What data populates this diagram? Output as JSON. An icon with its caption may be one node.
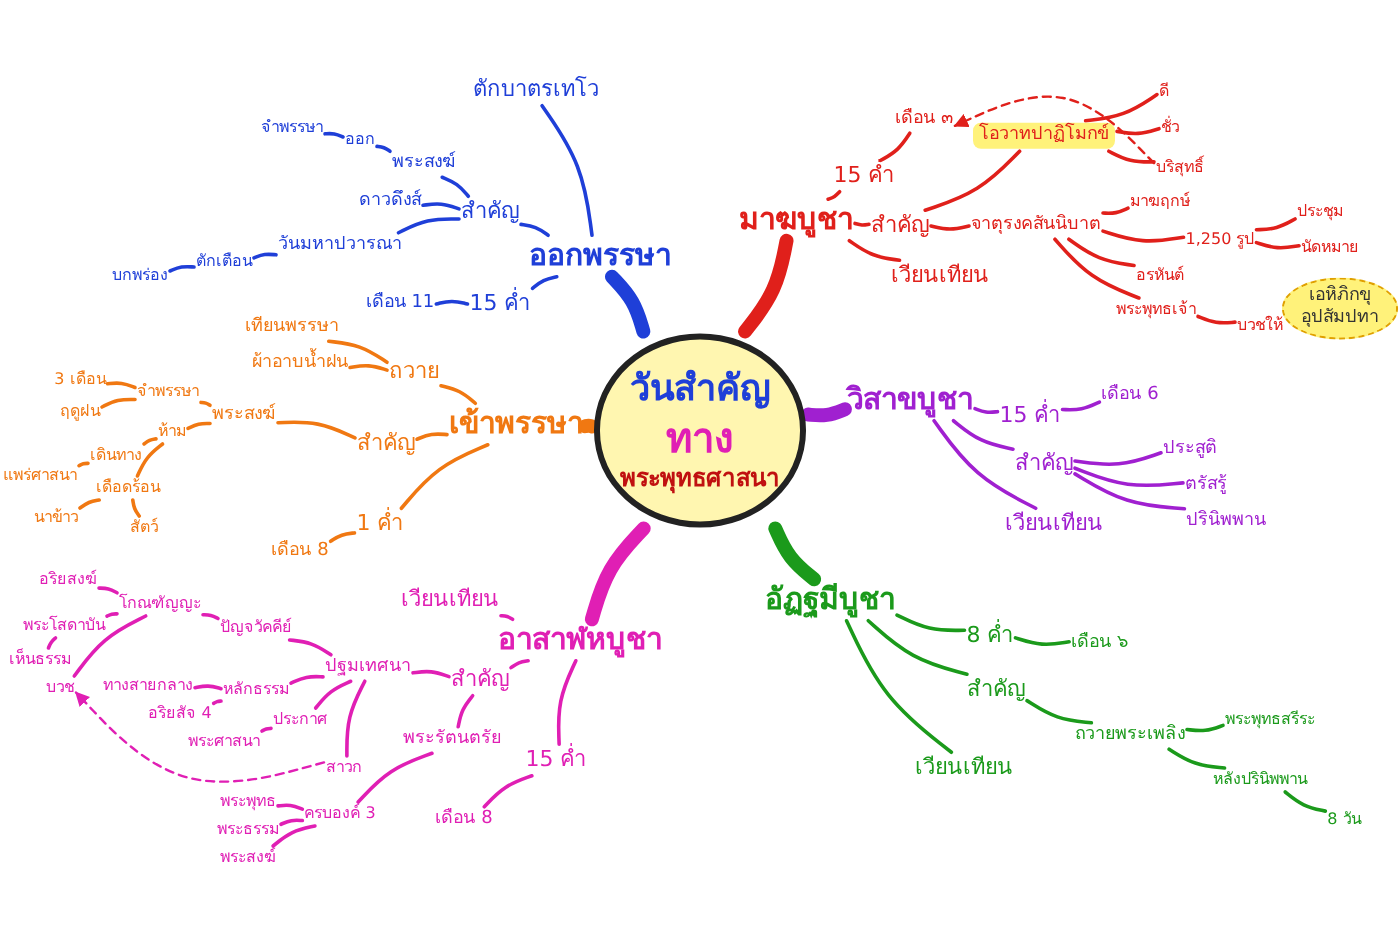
{
  "diagram": {
    "nodes": [
      {
        "text": [
          "วันสำคัญ",
          "ทาง",
          "พระพุทธศาสนา"
        ]
      },
      {
        "text": [
          "ออกพรรษา"
        ]
      },
      {
        "text": [
          "ตักบาตรเทโว"
        ]
      },
      {
        "text": [
          "สำคัญ"
        ]
      },
      {
        "text": [
          "พระสงฆ์"
        ]
      },
      {
        "text": [
          "ออก"
        ]
      },
      {
        "text": [
          "จำพรรษา"
        ]
      },
      {
        "text": [
          "ดาวดึงส์"
        ]
      },
      {
        "text": [
          "วันมหาปวารณา"
        ]
      },
      {
        "text": [
          "ตักเตือน"
        ]
      },
      {
        "text": [
          "บกพร่อง"
        ]
      },
      {
        "text": [
          "15 ค่ำ"
        ]
      },
      {
        "text": [
          "เดือน 11"
        ]
      },
      {
        "text": [
          "มาฆบูชา"
        ]
      },
      {
        "text": [
          "15 ค่ำ"
        ]
      },
      {
        "text": [
          "เดือน ๓"
        ]
      },
      {
        "text": [
          "สำคัญ"
        ]
      },
      {
        "text": [
          "โอวาทปาฏิโมกข์"
        ]
      },
      {
        "text": [
          "ดี"
        ]
      },
      {
        "text": [
          "ชั่ว"
        ]
      },
      {
        "text": [
          "บริสุทธิ์"
        ]
      },
      {
        "text": [
          "จาตุรงคสันนิบาต"
        ]
      },
      {
        "text": [
          "มาฆฤกษ์"
        ]
      },
      {
        "text": [
          "1,250 รูป"
        ]
      },
      {
        "text": [
          "ประชุม"
        ]
      },
      {
        "text": [
          "นัดหมาย"
        ]
      },
      {
        "text": [
          "อรหันต์"
        ]
      },
      {
        "text": [
          "พระพุทธเจ้า"
        ]
      },
      {
        "text": [
          "บวชให้"
        ]
      },
      {
        "text": [
          "เอหิภิกขุ อุปสัมปทา"
        ]
      },
      {
        "text": [
          "เวียนเทียน"
        ]
      },
      {
        "text": [
          "วิสาขบูชา"
        ]
      },
      {
        "text": [
          "15 ค่ำ"
        ]
      },
      {
        "text": [
          "เดือน 6"
        ]
      },
      {
        "text": [
          "สำคัญ"
        ]
      },
      {
        "text": [
          "ประสูติ"
        ]
      },
      {
        "text": [
          "ตรัสรู้"
        ]
      },
      {
        "text": [
          "ปรินิพพาน"
        ]
      },
      {
        "text": [
          "เวียนเทียน"
        ]
      },
      {
        "text": [
          "อัฏฐมีบูชา"
        ]
      },
      {
        "text": [
          "8 ค่ำ"
        ]
      },
      {
        "text": [
          "เดือน ๖"
        ]
      },
      {
        "text": [
          "สำคัญ"
        ]
      },
      {
        "text": [
          "ถวายพระเพลิง"
        ]
      },
      {
        "text": [
          "พระพุทธสรีระ"
        ]
      },
      {
        "text": [
          "หลังปรินิพพาน"
        ]
      },
      {
        "text": [
          "8 วัน"
        ]
      },
      {
        "text": [
          "เวียนเทียน"
        ]
      },
      {
        "text": [
          "อาสาฬหบูชา"
        ]
      },
      {
        "text": [
          "เวียนเทียน"
        ]
      },
      {
        "text": [
          "สำคัญ"
        ]
      },
      {
        "text": [
          "15 ค่ำ"
        ]
      },
      {
        "text": [
          "เดือน 8"
        ]
      },
      {
        "text": [
          "ปฐมเทศนา"
        ]
      },
      {
        "text": [
          "ปัญจวัคคีย์"
        ]
      },
      {
        "text": [
          "โกณฑัญญะ"
        ]
      },
      {
        "text": [
          "อริยสงฆ์"
        ]
      },
      {
        "text": [
          "พระโสดาบัน"
        ]
      },
      {
        "text": [
          "เห็นธรรม"
        ]
      },
      {
        "text": [
          "บวช"
        ]
      },
      {
        "text": [
          "หลักธรรม"
        ]
      },
      {
        "text": [
          "ทางสายกลาง"
        ]
      },
      {
        "text": [
          "อริยสัจ 4"
        ]
      },
      {
        "text": [
          "ประกาศ"
        ]
      },
      {
        "text": [
          "พระศาสนา"
        ]
      },
      {
        "text": [
          "สาวก"
        ]
      },
      {
        "text": [
          "พระรัตนตรัย"
        ]
      },
      {
        "text": [
          "ครบองค์ 3"
        ]
      },
      {
        "text": [
          "พระพุทธ"
        ]
      },
      {
        "text": [
          "พระธรรม"
        ]
      },
      {
        "text": [
          "พระสงฆ์"
        ]
      },
      {
        "text": [
          "เข้าพรรษา"
        ]
      },
      {
        "text": [
          "ถวาย"
        ]
      },
      {
        "text": [
          "เทียนพรรษา"
        ]
      },
      {
        "text": [
          "ผ้าอาบน้ำฝน"
        ]
      },
      {
        "text": [
          "สำคัญ"
        ]
      },
      {
        "text": [
          "พระสงฆ์"
        ]
      },
      {
        "text": [
          "จำพรรษา"
        ]
      },
      {
        "text": [
          "3 เดือน"
        ]
      },
      {
        "text": [
          "ฤดูฝน"
        ]
      },
      {
        "text": [
          "ห้าม"
        ]
      },
      {
        "text": [
          "เดินทาง"
        ]
      },
      {
        "text": [
          "แพร่ศาสนา"
        ]
      },
      {
        "text": [
          "เดือดร้อน"
        ]
      },
      {
        "text": [
          "นาข้าว"
        ]
      },
      {
        "text": [
          "สัตว์"
        ]
      },
      {
        "text": [
          "1 ค่ำ"
        ]
      },
      {
        "text": [
          "เดือน 8"
        ]
      }
    ],
    "edges": [
      {
        "from": 0,
        "to": 1,
        "arrow": "none",
        "style": "thick",
        "color": "#1f3fd8"
      },
      {
        "from": 1,
        "to": 2,
        "arrow": "none",
        "color": "#1f3fd8"
      },
      {
        "from": 1,
        "to": 3,
        "arrow": "none",
        "color": "#1f3fd8"
      },
      {
        "from": 1,
        "to": 11,
        "arrow": "none",
        "color": "#1f3fd8"
      },
      {
        "from": 3,
        "to": 4,
        "arrow": "none",
        "color": "#1f3fd8"
      },
      {
        "from": 4,
        "to": 5,
        "arrow": "none",
        "color": "#1f3fd8"
      },
      {
        "from": 5,
        "to": 6,
        "arrow": "none",
        "color": "#1f3fd8"
      },
      {
        "from": 3,
        "to": 7,
        "arrow": "none",
        "color": "#1f3fd8"
      },
      {
        "from": 3,
        "to": 8,
        "arrow": "none",
        "color": "#1f3fd8"
      },
      {
        "from": 8,
        "to": 9,
        "arrow": "none",
        "color": "#1f3fd8"
      },
      {
        "from": 9,
        "to": 10,
        "arrow": "none",
        "color": "#1f3fd8"
      },
      {
        "from": 11,
        "to": 12,
        "arrow": "none",
        "color": "#1f3fd8"
      },
      {
        "from": 0,
        "to": 13,
        "arrow": "none",
        "style": "thick",
        "color": "#e0201b"
      },
      {
        "from": 13,
        "to": 14,
        "arrow": "none",
        "color": "#e0201b"
      },
      {
        "from": 14,
        "to": 15,
        "arrow": "none",
        "color": "#e0201b"
      },
      {
        "from": 13,
        "to": 16,
        "arrow": "none",
        "color": "#e0201b"
      },
      {
        "from": 16,
        "to": 17,
        "arrow": "none",
        "color": "#e0201b"
      },
      {
        "from": 17,
        "to": 18,
        "arrow": "none",
        "color": "#e0201b"
      },
      {
        "from": 17,
        "to": 19,
        "arrow": "none",
        "color": "#e0201b"
      },
      {
        "from": 17,
        "to": 20,
        "arrow": "none",
        "color": "#e0201b"
      },
      {
        "from": 16,
        "to": 21,
        "arrow": "none",
        "color": "#e0201b"
      },
      {
        "from": 21,
        "to": 22,
        "arrow": "none",
        "color": "#e0201b"
      },
      {
        "from": 21,
        "to": 23,
        "arrow": "none",
        "color": "#e0201b"
      },
      {
        "from": 23,
        "to": 24,
        "arrow": "none",
        "color": "#e0201b"
      },
      {
        "from": 23,
        "to": 25,
        "arrow": "none",
        "color": "#e0201b"
      },
      {
        "from": 21,
        "to": 26,
        "arrow": "none",
        "color": "#e0201b"
      },
      {
        "from": 21,
        "to": 27,
        "arrow": "none",
        "color": "#e0201b"
      },
      {
        "from": 27,
        "to": 28,
        "arrow": "none",
        "color": "#e0201b"
      },
      {
        "from": 13,
        "to": 30,
        "arrow": "none",
        "color": "#e0201b"
      },
      {
        "from": 20,
        "to": 15,
        "arrow": "to",
        "style": "dashed",
        "color": "#e0201b"
      },
      {
        "from": 0,
        "to": 31,
        "arrow": "none",
        "style": "thick",
        "color": "#a020d0"
      },
      {
        "from": 31,
        "to": 32,
        "arrow": "none",
        "color": "#a020d0"
      },
      {
        "from": 32,
        "to": 33,
        "arrow": "none",
        "color": "#a020d0"
      },
      {
        "from": 31,
        "to": 34,
        "arrow": "none",
        "color": "#a020d0"
      },
      {
        "from": 34,
        "to": 35,
        "arrow": "none",
        "color": "#a020d0"
      },
      {
        "from": 34,
        "to": 36,
        "arrow": "none",
        "color": "#a020d0"
      },
      {
        "from": 34,
        "to": 37,
        "arrow": "none",
        "color": "#a020d0"
      },
      {
        "from": 31,
        "to": 38,
        "arrow": "none",
        "color": "#a020d0"
      },
      {
        "from": 0,
        "to": 39,
        "arrow": "none",
        "style": "thick",
        "color": "#1b9a1b"
      },
      {
        "from": 39,
        "to": 40,
        "arrow": "none",
        "color": "#1b9a1b"
      },
      {
        "from": 40,
        "to": 41,
        "arrow": "none",
        "color": "#1b9a1b"
      },
      {
        "from": 39,
        "to": 42,
        "arrow": "none",
        "color": "#1b9a1b"
      },
      {
        "from": 42,
        "to": 43,
        "arrow": "none",
        "color": "#1b9a1b"
      },
      {
        "from": 43,
        "to": 44,
        "arrow": "none",
        "color": "#1b9a1b"
      },
      {
        "from": 43,
        "to": 45,
        "arrow": "none",
        "color": "#1b9a1b"
      },
      {
        "from": 45,
        "to": 46,
        "arrow": "none",
        "color": "#1b9a1b"
      },
      {
        "from": 39,
        "to": 47,
        "arrow": "none",
        "color": "#1b9a1b"
      },
      {
        "from": 0,
        "to": 48,
        "arrow": "none",
        "style": "thick",
        "color": "#e01fb4"
      },
      {
        "from": 48,
        "to": 49,
        "arrow": "none",
        "color": "#e01fb4"
      },
      {
        "from": 48,
        "to": 50,
        "arrow": "none",
        "color": "#e01fb4"
      },
      {
        "from": 48,
        "to": 51,
        "arrow": "none",
        "color": "#e01fb4"
      },
      {
        "from": 51,
        "to": 52,
        "arrow": "none",
        "color": "#e01fb4"
      },
      {
        "from": 50,
        "to": 53,
        "arrow": "none",
        "color": "#e01fb4"
      },
      {
        "from": 53,
        "to": 54,
        "arrow": "none",
        "color": "#e01fb4"
      },
      {
        "from": 54,
        "to": 55,
        "arrow": "none",
        "color": "#e01fb4"
      },
      {
        "from": 55,
        "to": 56,
        "arrow": "none",
        "color": "#e01fb4"
      },
      {
        "from": 55,
        "to": 57,
        "arrow": "none",
        "color": "#e01fb4"
      },
      {
        "from": 57,
        "to": 58,
        "arrow": "none",
        "color": "#e01fb4"
      },
      {
        "from": 55,
        "to": 59,
        "arrow": "none",
        "color": "#e01fb4"
      },
      {
        "from": 53,
        "to": 60,
        "arrow": "none",
        "color": "#e01fb4"
      },
      {
        "from": 60,
        "to": 61,
        "arrow": "none",
        "color": "#e01fb4"
      },
      {
        "from": 60,
        "to": 62,
        "arrow": "none",
        "color": "#e01fb4"
      },
      {
        "from": 53,
        "to": 63,
        "arrow": "none",
        "color": "#e01fb4"
      },
      {
        "from": 63,
        "to": 64,
        "arrow": "none",
        "color": "#e01fb4"
      },
      {
        "from": 53,
        "to": 65,
        "arrow": "none",
        "color": "#e01fb4"
      },
      {
        "from": 50,
        "to": 66,
        "arrow": "none",
        "color": "#e01fb4"
      },
      {
        "from": 66,
        "to": 67,
        "arrow": "none",
        "color": "#e01fb4"
      },
      {
        "from": 67,
        "to": 68,
        "arrow": "none",
        "color": "#e01fb4"
      },
      {
        "from": 67,
        "to": 69,
        "arrow": "none",
        "color": "#e01fb4"
      },
      {
        "from": 67,
        "to": 70,
        "arrow": "none",
        "color": "#e01fb4"
      },
      {
        "from": 65,
        "to": 59,
        "arrow": "to",
        "style": "dashed",
        "color": "#e01fb4"
      },
      {
        "from": 0,
        "to": 71,
        "arrow": "none",
        "style": "thick",
        "color": "#f07812"
      },
      {
        "from": 71,
        "to": 72,
        "arrow": "none",
        "color": "#f07812"
      },
      {
        "from": 72,
        "to": 73,
        "arrow": "none",
        "color": "#f07812"
      },
      {
        "from": 72,
        "to": 74,
        "arrow": "none",
        "color": "#f07812"
      },
      {
        "from": 71,
        "to": 75,
        "arrow": "none",
        "color": "#f07812"
      },
      {
        "from": 75,
        "to": 76,
        "arrow": "none",
        "color": "#f07812"
      },
      {
        "from": 76,
        "to": 77,
        "arrow": "none",
        "color": "#f07812"
      },
      {
        "from": 77,
        "to": 78,
        "arrow": "none",
        "color": "#f07812"
      },
      {
        "from": 77,
        "to": 79,
        "arrow": "none",
        "color": "#f07812"
      },
      {
        "from": 76,
        "to": 80,
        "arrow": "none",
        "color": "#f07812"
      },
      {
        "from": 80,
        "to": 81,
        "arrow": "none",
        "color": "#f07812"
      },
      {
        "from": 81,
        "to": 82,
        "arrow": "none",
        "color": "#f07812"
      },
      {
        "from": 80,
        "to": 83,
        "arrow": "none",
        "color": "#f07812"
      },
      {
        "from": 83,
        "to": 84,
        "arrow": "none",
        "color": "#f07812"
      },
      {
        "from": 83,
        "to": 85,
        "arrow": "none",
        "color": "#f07812"
      },
      {
        "from": 71,
        "to": 86,
        "arrow": "none",
        "color": "#f07812"
      },
      {
        "from": 86,
        "to": 87,
        "arrow": "none",
        "color": "#f07812"
      }
    ]
  }
}
